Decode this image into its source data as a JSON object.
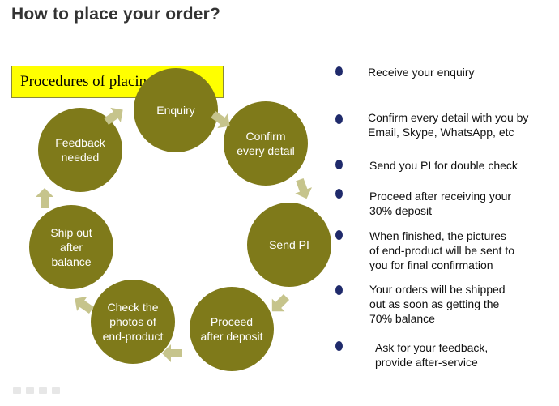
{
  "page": {
    "title": "How to place your order?"
  },
  "slide": {
    "heading": "Procedures of placing order",
    "cycle": [
      {
        "label": "Enquiry"
      },
      {
        "label": "Confirm\nevery detail"
      },
      {
        "label": "Send PI"
      },
      {
        "label": "Proceed\nafter deposit"
      },
      {
        "label": "Check the\nphotos of\nend-product"
      },
      {
        "label": "Ship out\nafter\nbalance"
      },
      {
        "label": "Feedback\nneeded"
      }
    ],
    "steps": [
      {
        "text": "Receive your enquiry"
      },
      {
        "text": "Confirm every detail with you by\nEmail, Skype, WhatsApp, etc"
      },
      {
        "text": "Send you PI for double check"
      },
      {
        "text": "Proceed after receiving your\n30% deposit"
      },
      {
        "text": "When finished, the pictures\nof end-product will be sent to\nyou for final confirmation"
      },
      {
        "text": "Your orders will be shipped\nout as soon as getting the\n70% balance"
      },
      {
        "text": "Ask for your feedback,\nprovide after-service"
      }
    ]
  },
  "colors": {
    "circle": "#7f7a1a",
    "arrow": "#c6c48c",
    "bullet": "#1f2a6b",
    "heading_bg": "#ffff00"
  },
  "icons": {
    "bullet": "bullet-dot-icon",
    "arrow": "arrow-icon"
  }
}
